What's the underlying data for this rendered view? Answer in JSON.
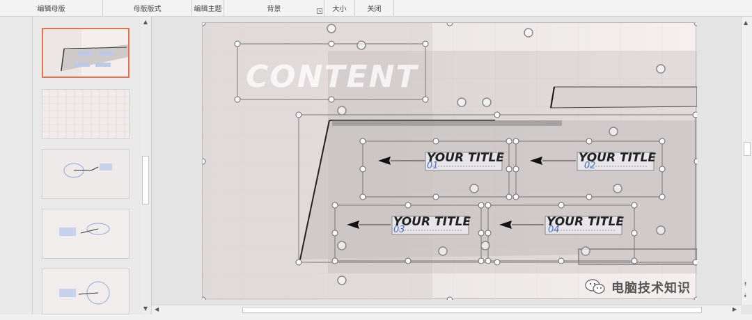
{
  "ribbon": {
    "groups": [
      "编辑母版",
      "母版版式",
      "编辑主题",
      "背景",
      "大小",
      "关闭"
    ]
  },
  "slide": {
    "bg_text": "CONTENT",
    "titles": [
      "YOUR TITLE",
      "YOUR TITLE",
      "YOUR TITLE",
      "YOUR TITLE"
    ],
    "numbers": [
      "01",
      "02",
      "03",
      "04"
    ]
  },
  "watermark": {
    "text": "电脑技术知识"
  },
  "colors": {
    "selection_border": "#e2744a",
    "number_blue": "#4a6fbd"
  }
}
